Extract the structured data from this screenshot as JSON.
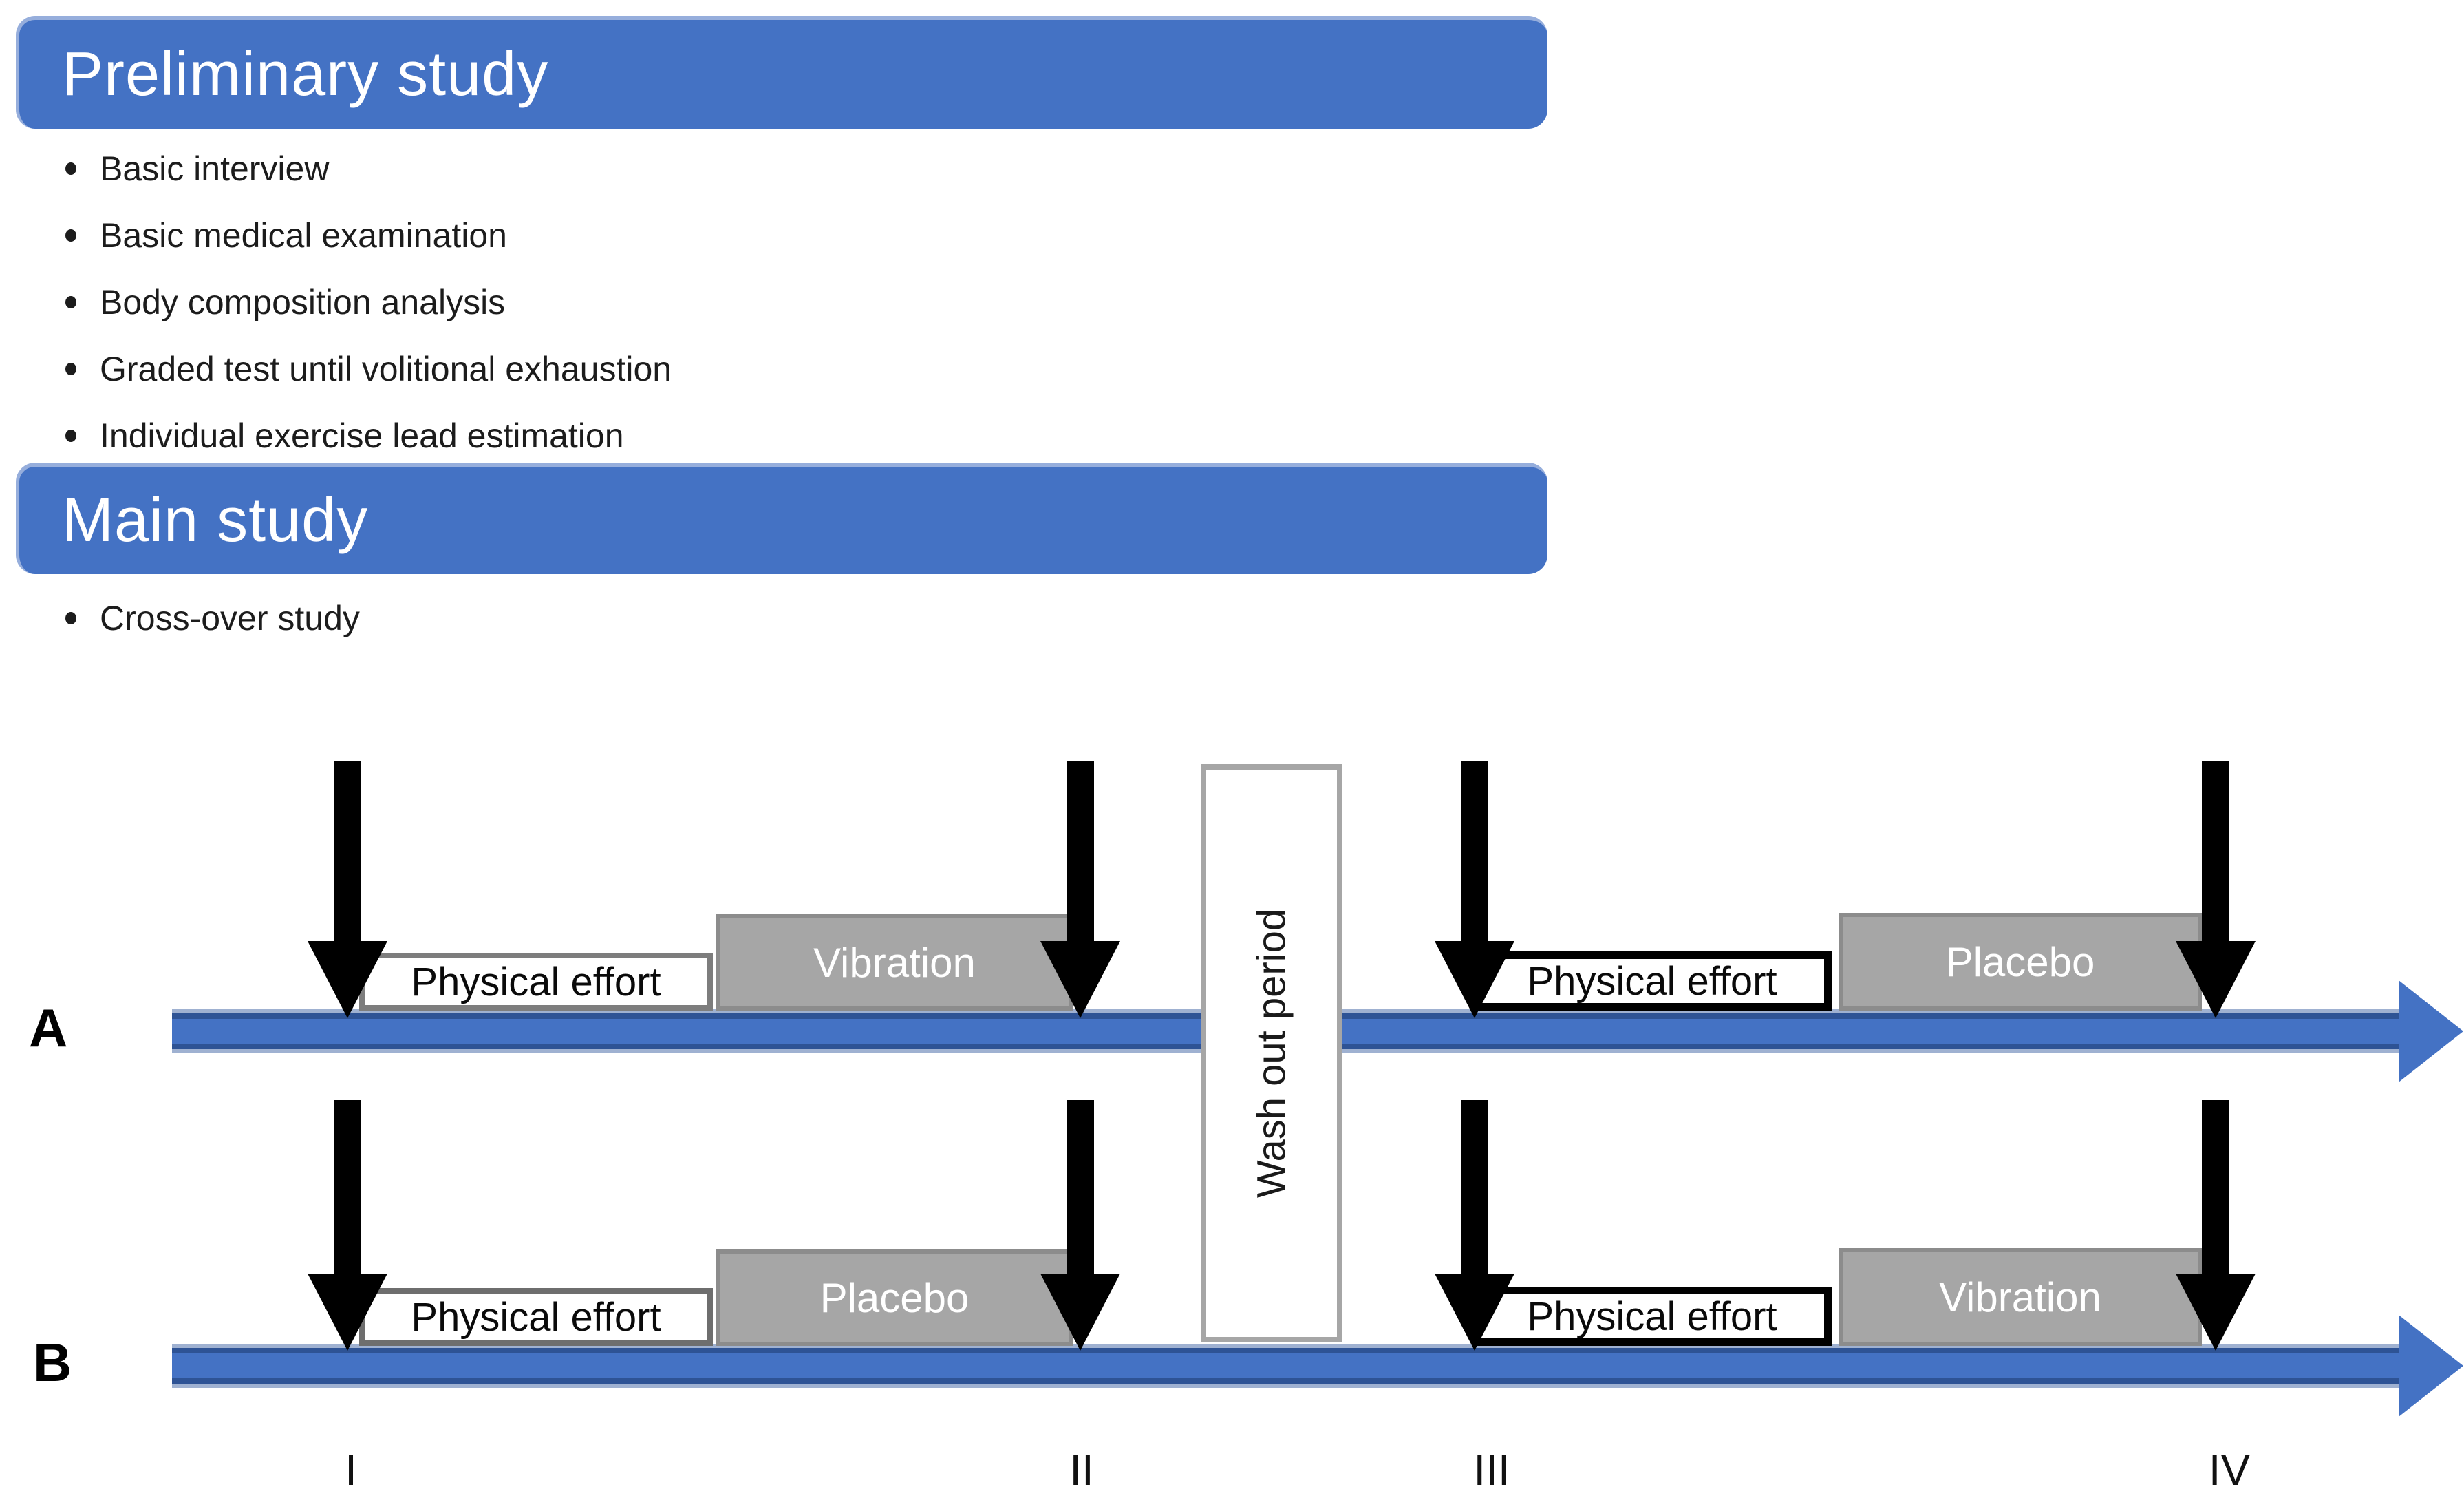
{
  "figure": {
    "preliminary": {
      "title": "Preliminary study",
      "bullets": [
        "Basic interview",
        "Basic medical examination",
        "Body composition analysis",
        "Graded test until volitional exhaustion",
        "Individual exercise lead estimation"
      ]
    },
    "main_study": {
      "title": "Main study",
      "bullets": [
        "Cross-over study"
      ]
    },
    "timeline": {
      "rows": [
        {
          "label": "A",
          "segments": [
            {
              "effort": "Physical effort",
              "treatment": "Vibration"
            },
            {
              "effort": "Physical effort",
              "treatment": "Placebo"
            }
          ]
        },
        {
          "label": "B",
          "segments": [
            {
              "effort": "Physical effort",
              "treatment": "Placebo"
            },
            {
              "effort": "Physical effort",
              "treatment": "Vibration"
            }
          ]
        }
      ],
      "washout_label": "Wash out period",
      "timepoints": [
        "I",
        "II",
        "III",
        "IV"
      ]
    }
  },
  "colors": {
    "accent-blue": "#4472C4",
    "accent-blue-dark": "#2E5395",
    "accent-blue-light": "#9FB1D1",
    "header-highlight": "#96AEDC",
    "box-gray": "#A6A6A6",
    "box-gray-border": "#8C8C8C",
    "washout-border": "#A6A6A6"
  }
}
